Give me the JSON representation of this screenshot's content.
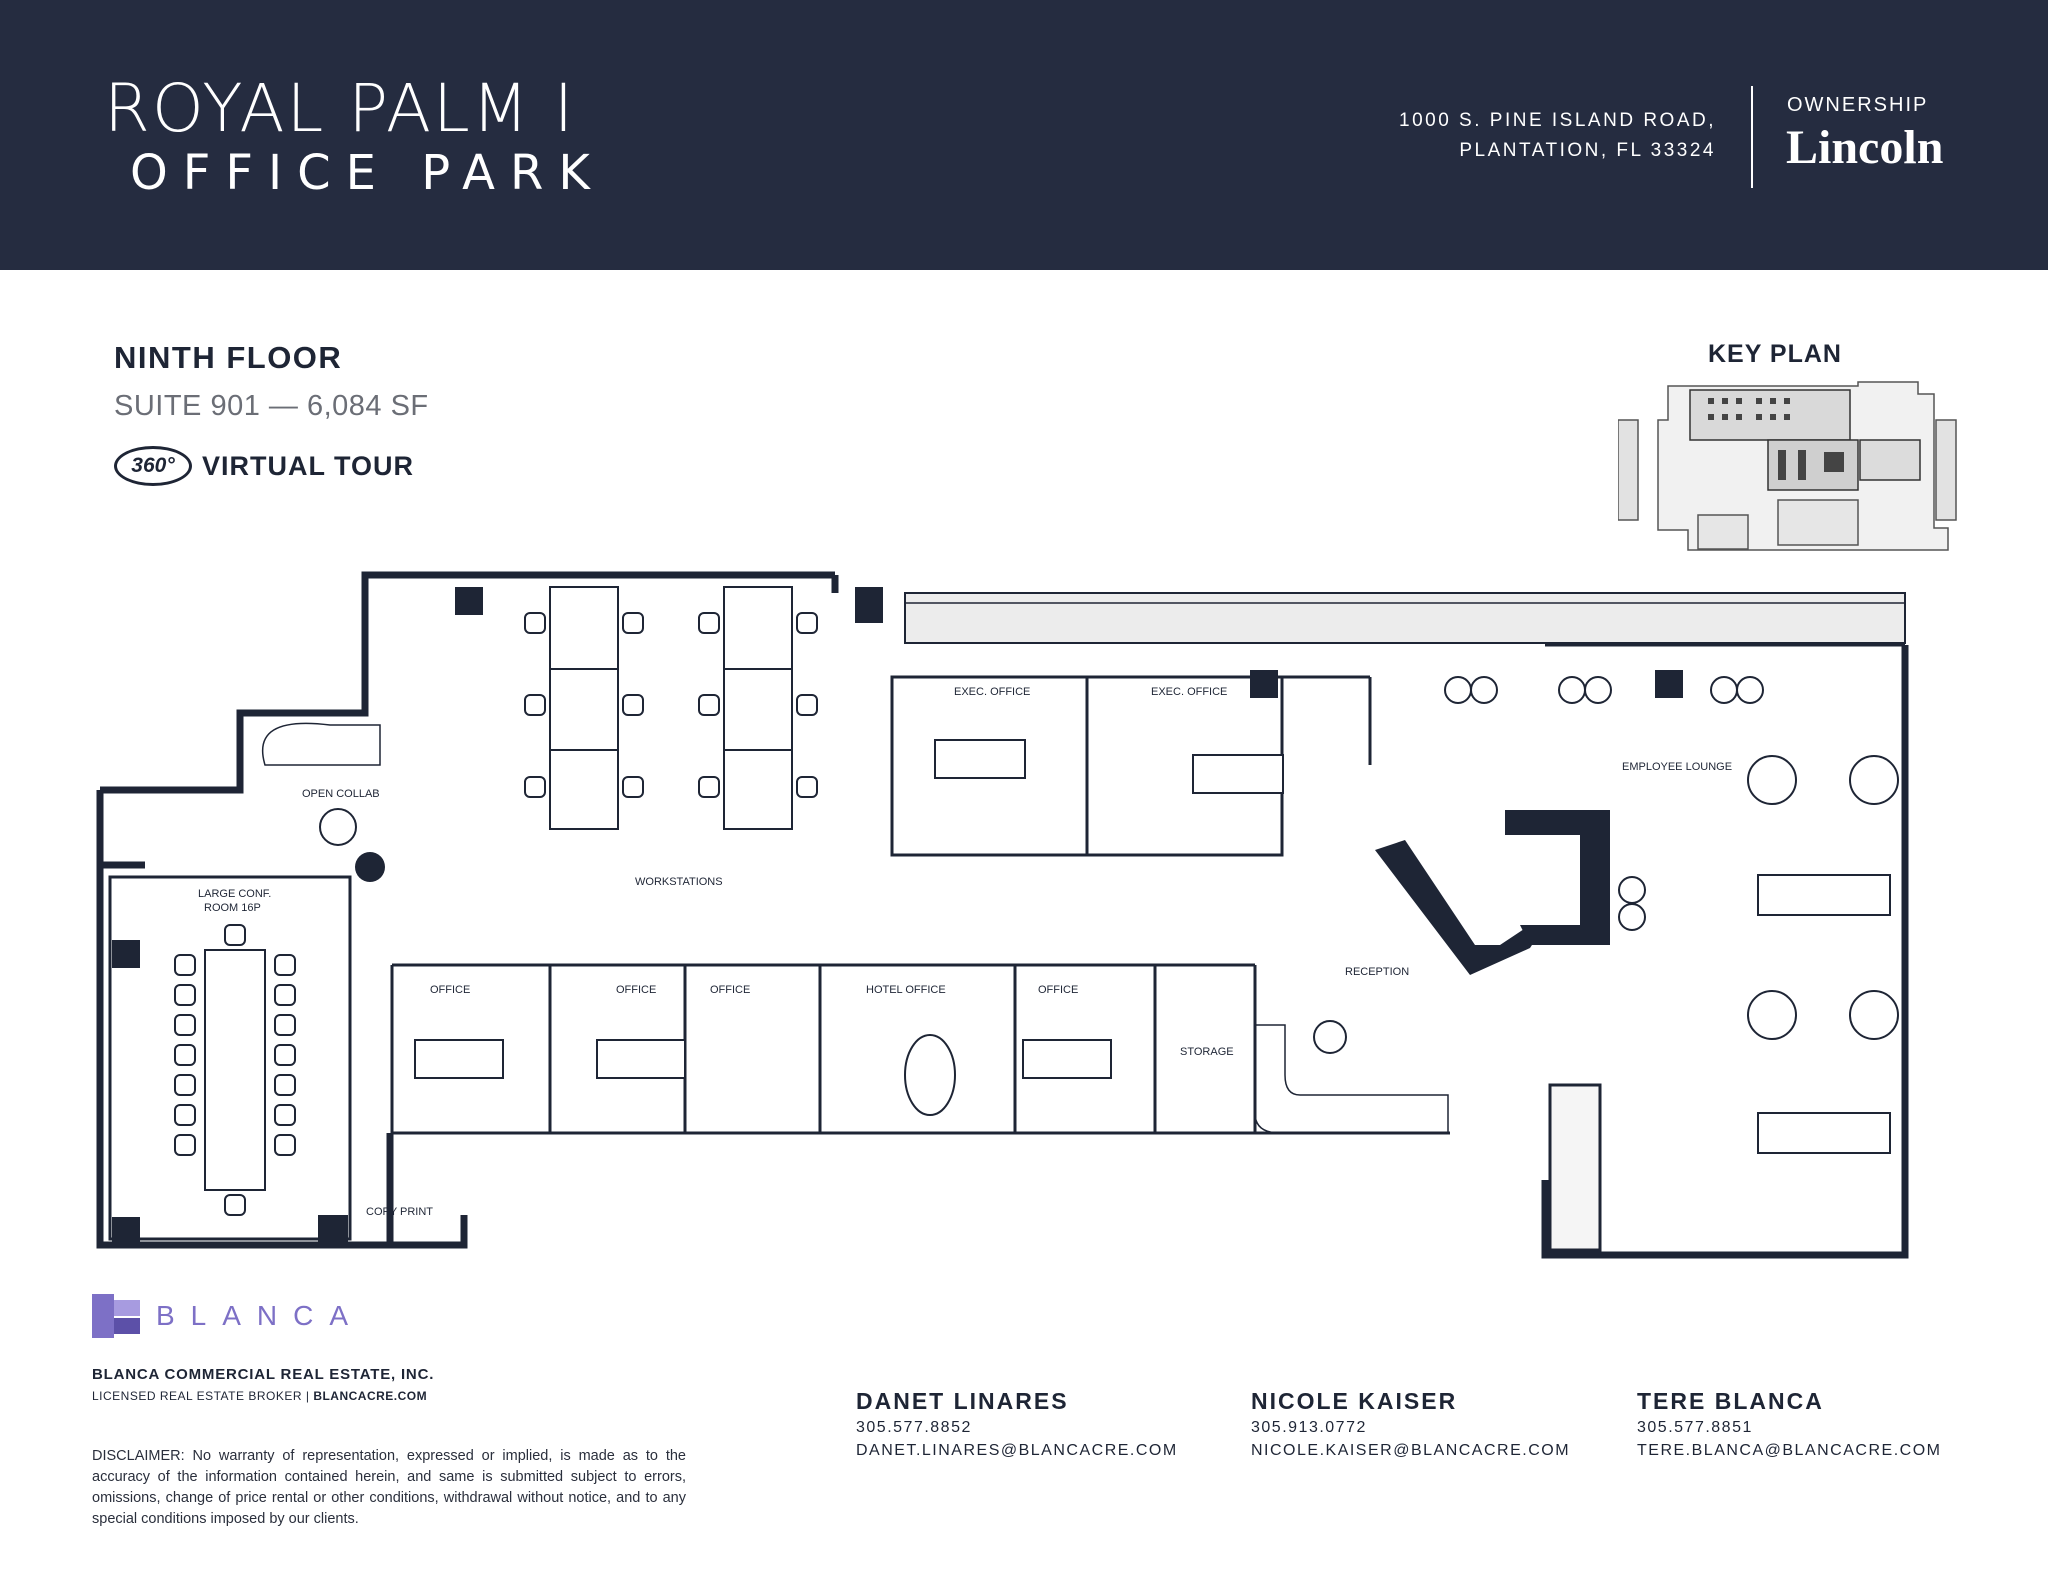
{
  "header": {
    "title_line1": "ROYAL PALM I",
    "title_line2": "OFFICE PARK",
    "address_line1": "1000 S. PINE ISLAND ROAD,",
    "address_line2": "PLANTATION, FL 33324",
    "ownership_label": "OWNERSHIP",
    "ownership_name": "Lincoln"
  },
  "listing": {
    "floor": "NINTH FLOOR",
    "suite": "SUITE 901 — 6,084 SF",
    "tour_badge": "360°",
    "tour_label": "VIRTUAL TOUR"
  },
  "keyplan": {
    "title": "KEY PLAN"
  },
  "plan_labels": {
    "open_collab": "OPEN COLLAB",
    "workstations": "WORKSTATIONS",
    "exec_office_1": "EXEC. OFFICE",
    "exec_office_2": "EXEC. OFFICE",
    "employee_lounge": "EMPLOYEE LOUNGE",
    "large_conf_1": "LARGE CONF.",
    "large_conf_2": "ROOM 16P",
    "office_1": "OFFICE",
    "office_2": "OFFICE",
    "office_3": "OFFICE",
    "hotel_office": "HOTEL OFFICE",
    "office_4": "OFFICE",
    "storage": "STORAGE",
    "reception": "RECEPTION",
    "copy_print": "COPY PRINT"
  },
  "footer": {
    "brand": "BLANCA",
    "company": "BLANCA COMMERCIAL REAL ESTATE, INC.",
    "licensed_prefix": "LICENSED REAL ESTATE BROKER",
    "licensed_sep": "|",
    "website": "BLANCACRE.COM",
    "disclaimer": "DISCLAIMER: No warranty of representation, expressed or implied, is made as to the accuracy of the information contained herein, and same is submitted subject to errors, omissions, change of price rental or other conditions, withdrawal without notice, and to any special conditions imposed by our clients.",
    "contacts": [
      {
        "name": "DANET LINARES",
        "phone": "305.577.8852",
        "email": "DANET.LINARES@BLANCACRE.COM"
      },
      {
        "name": "NICOLE KAISER",
        "phone": "305.913.0772",
        "email": "NICOLE.KAISER@BLANCACRE.COM"
      },
      {
        "name": "TERE BLANCA",
        "phone": "305.577.8851",
        "email": "TERE.BLANCA@BLANCACRE.COM"
      }
    ]
  },
  "colors": {
    "navy": "#252c40",
    "brand_purple": "#7d70c6"
  }
}
